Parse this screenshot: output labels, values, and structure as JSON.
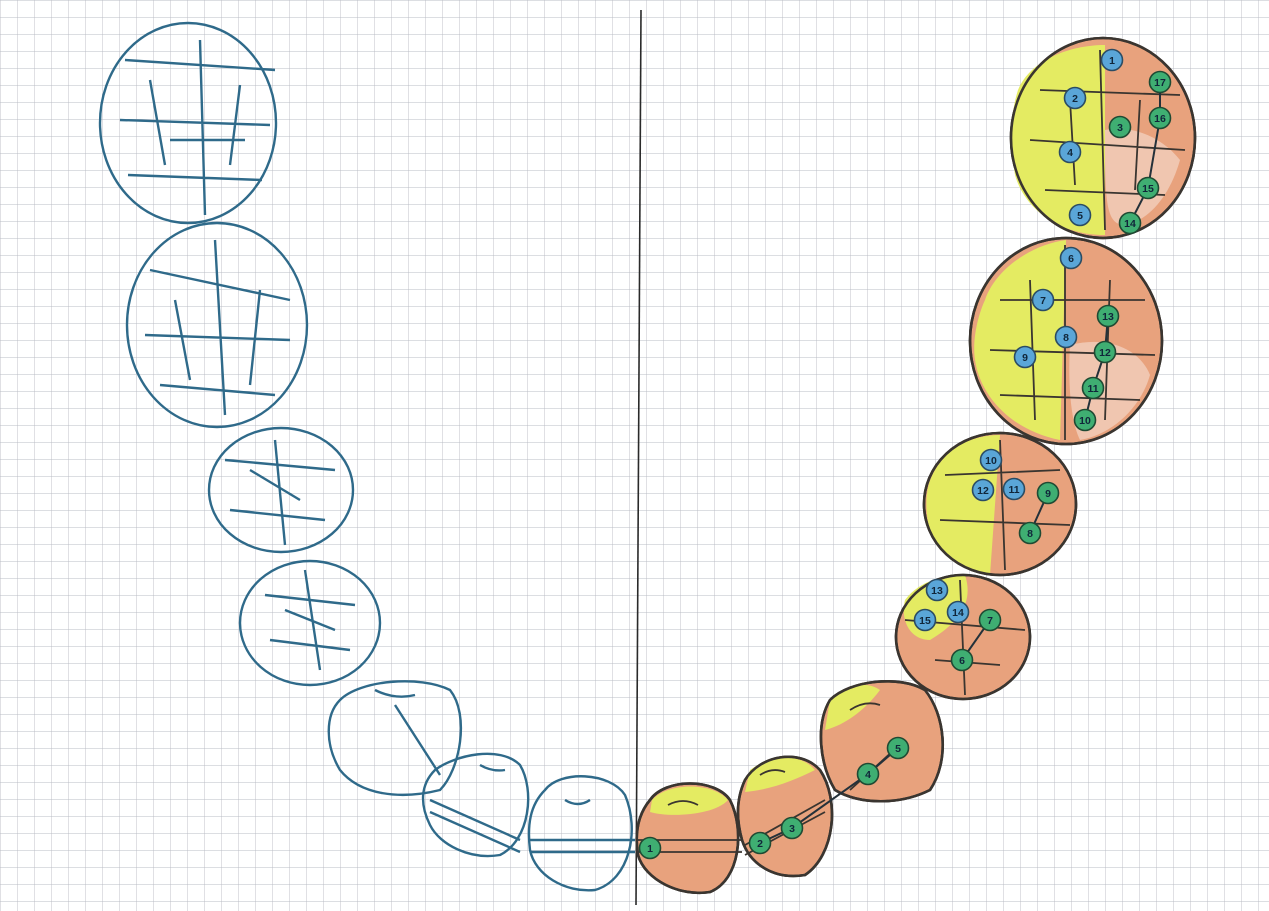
{
  "colors": {
    "paper": "#ffffff",
    "grid": "#b9bcc4",
    "midline": "#2a2a2a",
    "left_outline": "#2f6a8a",
    "right_outline": "#3a3530",
    "yellow_zone": "#e4eb62",
    "orange_zone": "#e8a27d",
    "pink_zone": "#f0c6b0",
    "blue_marker": "#5aa6d8",
    "green_marker": "#3fae72"
  },
  "icons": [
    "blue-numbered-marker",
    "green-numbered-marker"
  ],
  "markers": {
    "blue": [
      "1",
      "2",
      "4",
      "5",
      "6",
      "7",
      "8",
      "9",
      "10",
      "11",
      "12",
      "13",
      "14",
      "15"
    ],
    "green": [
      "1",
      "2",
      "3",
      "4",
      "5",
      "6",
      "7",
      "8",
      "9",
      "10",
      "11",
      "12",
      "13",
      "14",
      "15",
      "16",
      "17"
    ]
  }
}
